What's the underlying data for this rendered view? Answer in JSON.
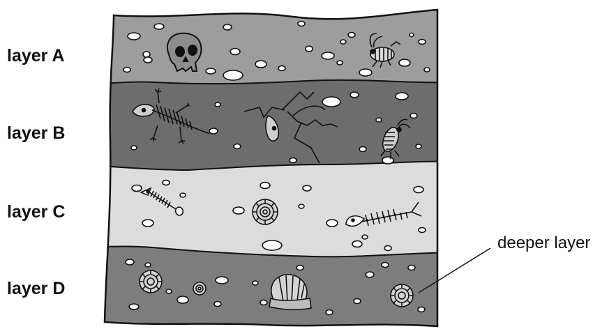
{
  "labels": {
    "layer_a": "layer A",
    "layer_b": "layer B",
    "layer_c": "layer C",
    "layer_d": "layer D"
  },
  "annotation": {
    "text": "deeper layer"
  },
  "colors": {
    "layer_a": "#9d9d9d",
    "layer_b": "#6d6d6d",
    "layer_c": "#dcdcdc",
    "layer_d": "#7d7d7d",
    "outline": "#111111",
    "pebble": "#ffffff"
  },
  "layers": [
    {
      "id": "A",
      "fossils": [
        "skull",
        "crustacean"
      ]
    },
    {
      "id": "B",
      "fossils": [
        "reptile-skeleton",
        "bird-skeleton",
        "crustacean"
      ]
    },
    {
      "id": "C",
      "fossils": [
        "fish-skeleton",
        "ammonite",
        "fish-skeleton"
      ]
    },
    {
      "id": "D",
      "fossils": [
        "ammonite",
        "ammonite",
        "shell",
        "ammonite"
      ]
    }
  ]
}
